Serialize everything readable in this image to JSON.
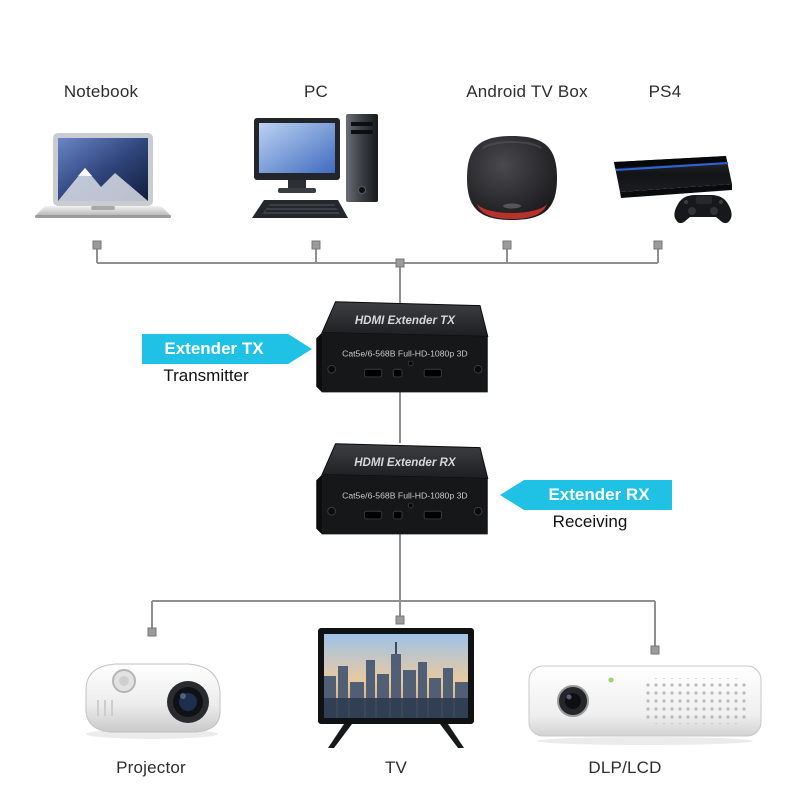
{
  "sources": [
    {
      "label": "Notebook"
    },
    {
      "label": "PC"
    },
    {
      "label": "Android TV Box"
    },
    {
      "label": "PS4"
    }
  ],
  "extender_tx": {
    "banner": "Extender TX",
    "caption": "Transmitter",
    "top_text": "HDMI Extender TX",
    "front_text": "Cat5e/6-568B Full-HD-1080p 3D"
  },
  "extender_rx": {
    "banner": "Extender RX",
    "caption": "Receiving",
    "top_text": "HDMI Extender RX",
    "front_text": "Cat5e/6-568B Full-HD-1080p 3D"
  },
  "sinks": [
    {
      "label": "Projector"
    },
    {
      "label": "TV"
    },
    {
      "label": "DLP/LCD"
    }
  ],
  "colors": {
    "accent_cyan": "#1fc2e5",
    "line_gray": "#8f8f8f",
    "connector_gray": "#9b9b9b",
    "background": "#ffffff"
  }
}
